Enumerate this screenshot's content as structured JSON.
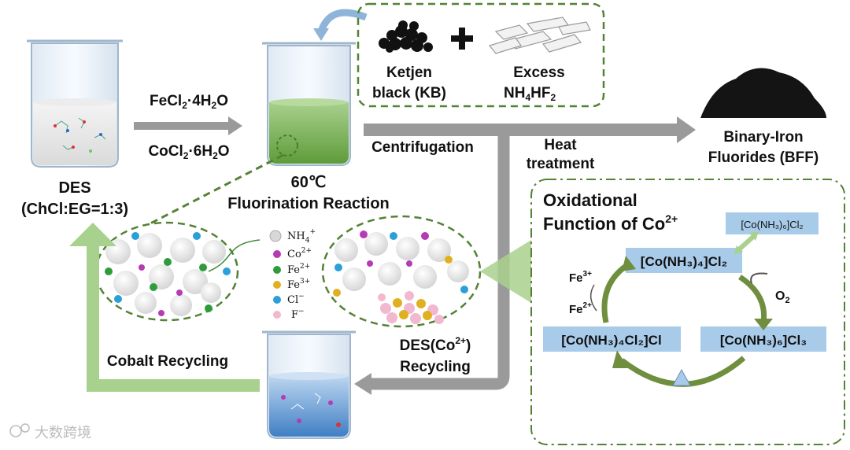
{
  "des": {
    "label": "DES",
    "ratio": "(ChCl:EG=1:3)"
  },
  "reagents": {
    "fe": "FeCl",
    "fe_sub": "2",
    "fe_rest": "·4H",
    "fe_sub2": "2",
    "fe_end": "O",
    "co": "CoCl",
    "co_sub": "2",
    "co_rest": "·6H",
    "co_sub2": "2",
    "co_end": "O"
  },
  "reaction": {
    "temperature": "60℃",
    "label": "Fluorination Reaction"
  },
  "additives": {
    "kb_line1": "Ketjen",
    "kb_line2": "black (KB)",
    "nh_line1": "Excess",
    "nh_main": "NH",
    "nh_s1": "4",
    "nh_mid": "HF",
    "nh_s2": "2"
  },
  "plus": "+",
  "steps": {
    "centrifugation": "Centrifugation",
    "heat1": "Heat",
    "heat2": "treatment"
  },
  "product": {
    "line1": "Binary-Iron",
    "line2": "Fluorides (BFF)"
  },
  "legend": [
    {
      "main": "NH",
      "sub": "4",
      "sup": "+",
      "color": "#d8d8d8"
    },
    {
      "main": "Co",
      "sub": "",
      "sup": "2+",
      "color": "#b43bb4"
    },
    {
      "main": "Fe",
      "sub": "",
      "sup": "2+",
      "color": "#2e9c3a"
    },
    {
      "main": "Fe",
      "sub": "",
      "sup": "3+",
      "color": "#e0b020"
    },
    {
      "main": "Cl",
      "sub": "",
      "sup": "−",
      "color": "#2a9fd8"
    },
    {
      "main": "F",
      "sub": "",
      "sup": "−",
      "color": "#f2b8cf"
    }
  ],
  "recycling": {
    "cobalt": "Cobalt Recycling",
    "des_co_1": "DES(Co",
    "des_co_sup": "2+",
    "des_co_2": ")",
    "des_co_3": "Recycling"
  },
  "oxidation": {
    "title1": "Oxidational",
    "title2": "Function of Co",
    "title_sup": "2+",
    "c_small": "[Co(NH₃)₆]Cl₂",
    "c_top": "[Co(NH₃)₄]Cl₂",
    "c_right": "[Co(NH₃)₆]Cl₃",
    "c_left": "[Co(NH₃)₄Cl₂]Cl",
    "o2": "O",
    "o2_sub": "2",
    "fe3": "Fe",
    "fe3_sup": "3+",
    "fe2": "Fe",
    "fe2_sup": "2+"
  },
  "watermark": "大数跨境",
  "colors": {
    "arrow_gray": "#9a9a9a",
    "green_arrow": "#6f8f3f",
    "pale_green": "#a9d18e",
    "dashed_green": "#548235",
    "label_box": "#a9cbea",
    "liquid_green": "#70ad47",
    "liquid_blue": "#6fa8dc"
  }
}
